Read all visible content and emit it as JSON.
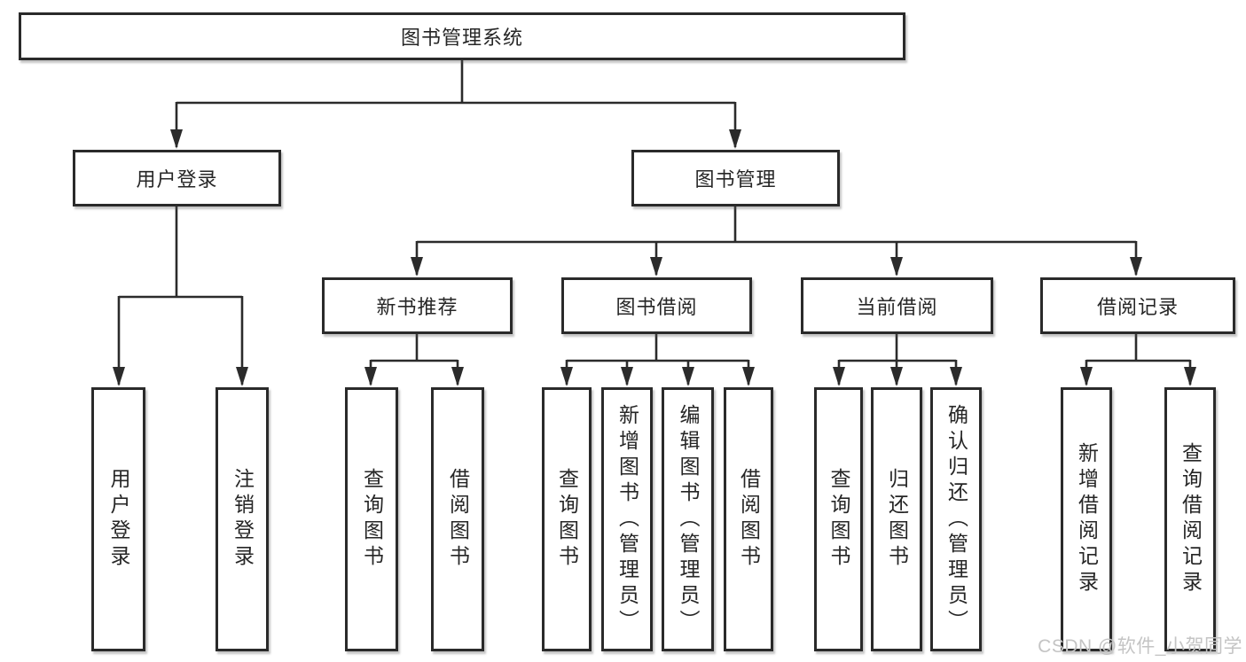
{
  "tree": {
    "root": {
      "label": "图书管理系统",
      "children": [
        {
          "label": "用户登录",
          "children": [
            {
              "label": "用户登录"
            },
            {
              "label": "注销登录"
            }
          ]
        },
        {
          "label": "图书管理",
          "children": [
            {
              "label": "新书推荐",
              "children": [
                {
                  "label": "查询图书"
                },
                {
                  "label": "借阅图书"
                }
              ]
            },
            {
              "label": "图书借阅",
              "children": [
                {
                  "label": "查询图书"
                },
                {
                  "label": "新增图书（管理员）"
                },
                {
                  "label": "编辑图书（管理员）"
                },
                {
                  "label": "借阅图书"
                }
              ]
            },
            {
              "label": "当前借阅",
              "children": [
                {
                  "label": "查询图书"
                },
                {
                  "label": "归还图书"
                },
                {
                  "label": "确认归还（管理员）"
                }
              ]
            },
            {
              "label": "借阅记录",
              "children": [
                {
                  "label": "新增借阅记录"
                },
                {
                  "label": "查询借阅记录"
                }
              ]
            }
          ]
        }
      ]
    }
  },
  "watermark": {
    "text": "CSDN @软件_小贺同学"
  },
  "colors": {
    "line": "#2b2b2b",
    "text": "#262626",
    "box_background": "#ffffff",
    "watermark": "#c4c4c4"
  }
}
